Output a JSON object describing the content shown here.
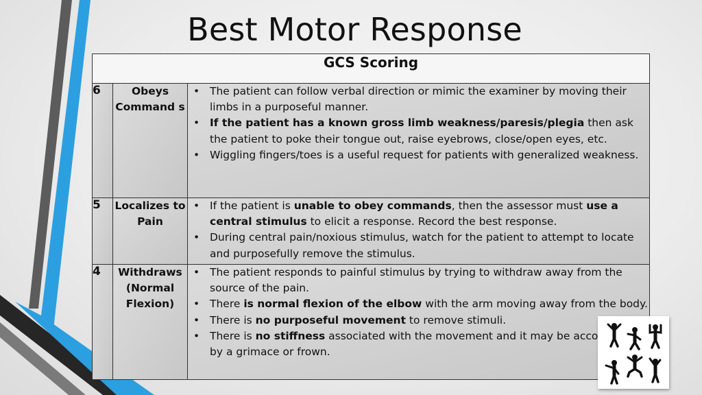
{
  "slide": {
    "title": "Best Motor Response"
  },
  "table": {
    "header": "GCS Scoring",
    "rows": [
      {
        "score": "6",
        "name": "Obeys Command s",
        "bullets": [
          [
            {
              "t": "The patient can follow verbal direction or mimic the examiner by moving their limbs in a purposeful manner."
            }
          ],
          [
            {
              "t": " If the patient has a known gross limb weakness/paresis/plegia",
              "b": true
            },
            {
              "t": " then ask the patient to poke their tongue out, raise eyebrows, close/open eyes, etc."
            }
          ],
          [
            {
              "t": "Wiggling fingers/toes is a useful request for patients with generalized weakness."
            }
          ]
        ]
      },
      {
        "score": "5",
        "name": "Localizes to Pain",
        "bullets": [
          [
            {
              "t": "If the patient is "
            },
            {
              "t": "unable to obey commands",
              "b": true
            },
            {
              "t": ", then the assessor must "
            },
            {
              "t": "use a central stimulus",
              "b": true
            },
            {
              "t": " to elicit a response. Record the best response."
            }
          ],
          [
            {
              "t": "During central pain/noxious stimulus, watch for the patient to attempt to locate and purposefully remove the stimulus."
            }
          ]
        ]
      },
      {
        "score": "4",
        "name": "Withdraws (Normal Flexion)",
        "bullets": [
          [
            {
              "t": "The patient responds to painful stimulus by trying to withdraw away from the source of the pain."
            }
          ],
          [
            {
              "t": "There "
            },
            {
              "t": "is normal flexion of the elbow",
              "b": true
            },
            {
              "t": " with the arm moving away from the body."
            }
          ],
          [
            {
              "t": "There is "
            },
            {
              "t": "no purposeful movement",
              "b": true
            },
            {
              "t": " to remove stimuli."
            }
          ],
          [
            {
              "t": "There is "
            },
            {
              "t": "no stiffness",
              "b": true
            },
            {
              "t": " associated with the movement and it may be accompanied by a grimace or frown."
            }
          ]
        ]
      }
    ]
  },
  "decor": {
    "stripe_dark": "#5a5a5a",
    "stripe_blue": "#2c9fe0",
    "stripe_black": "#262626",
    "image_icon": "stick-figures-icon"
  }
}
